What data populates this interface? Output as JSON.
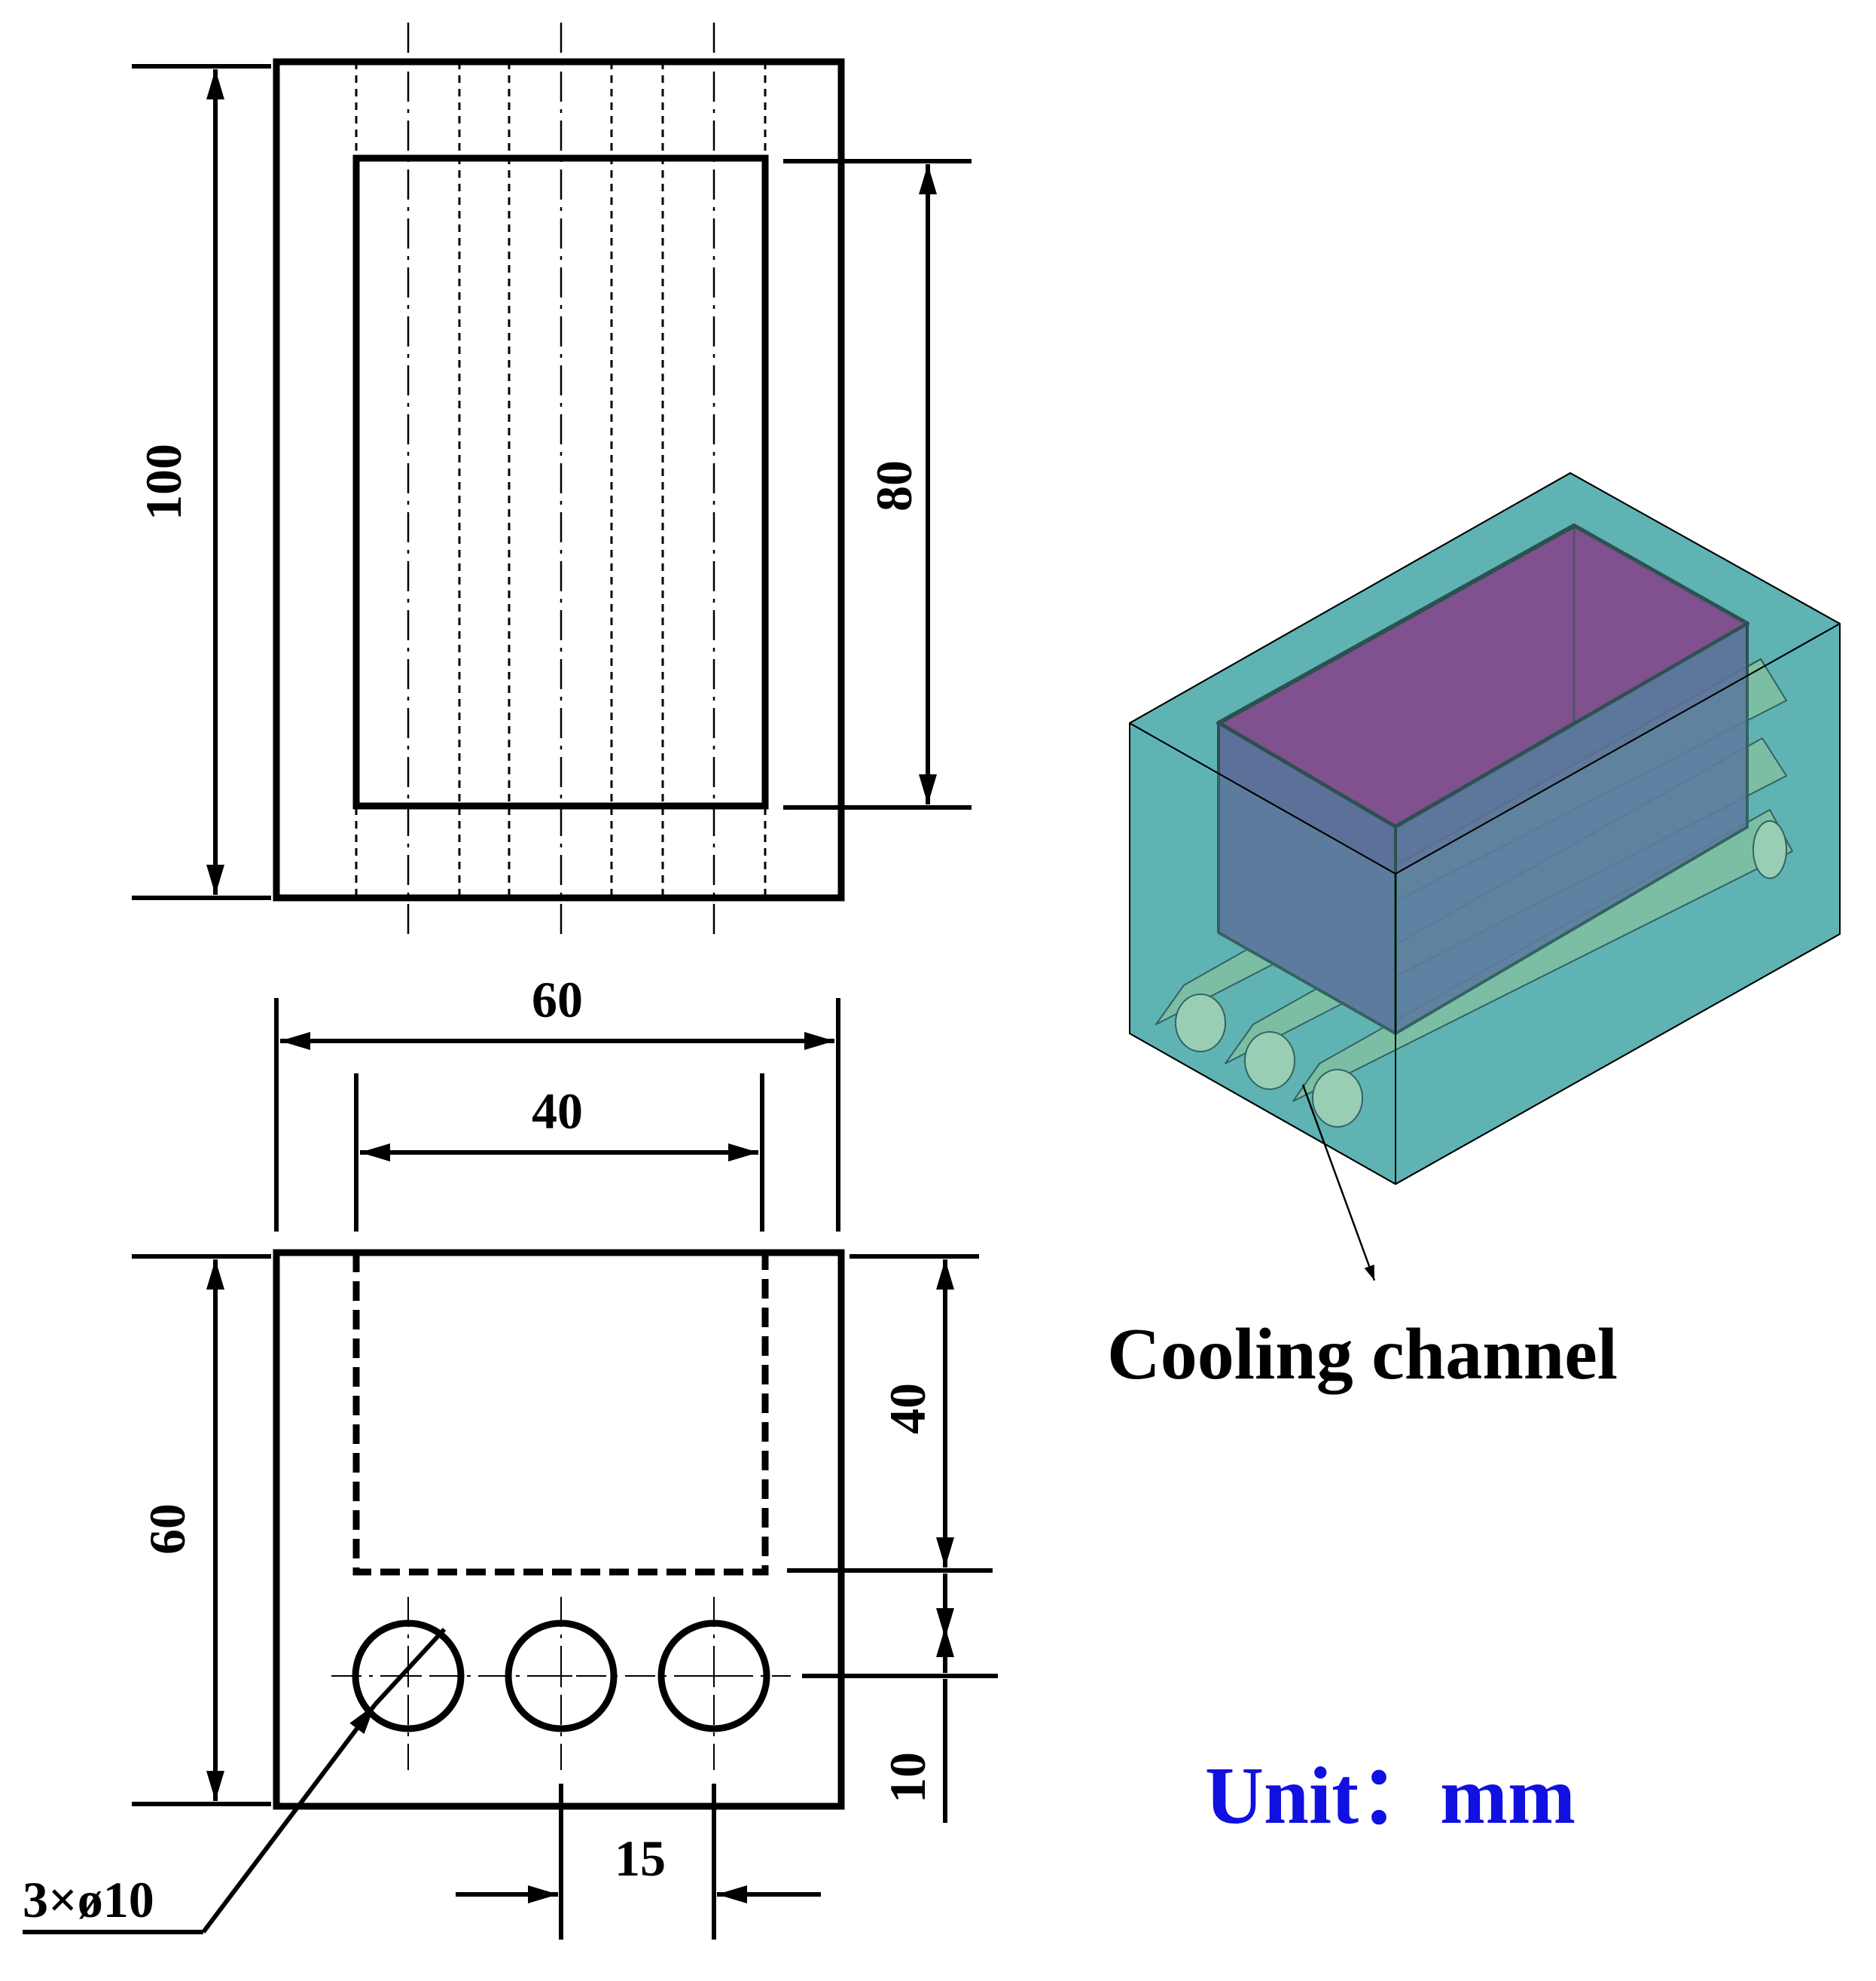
{
  "top_view": {
    "dims": {
      "outer_height": "100",
      "cavity_height": "80"
    }
  },
  "front_view": {
    "dims": {
      "outer_width": "60",
      "cavity_width": "40",
      "outer_height": "60",
      "cavity_depth": "40",
      "hole_offset": "10",
      "hole_spacing": "15",
      "hole_callout": "3×ø10"
    }
  },
  "iso_view": {
    "label": "Cooling channel",
    "colors": {
      "block": "#5fb3b3",
      "cavity_top": "#9b0070",
      "cavity_wall": "#5b3a84",
      "channel": "#a8d08d"
    }
  },
  "unit_label": "Unit：mm",
  "colors": {
    "unit_text": "#1010e0",
    "line": "#000000"
  }
}
